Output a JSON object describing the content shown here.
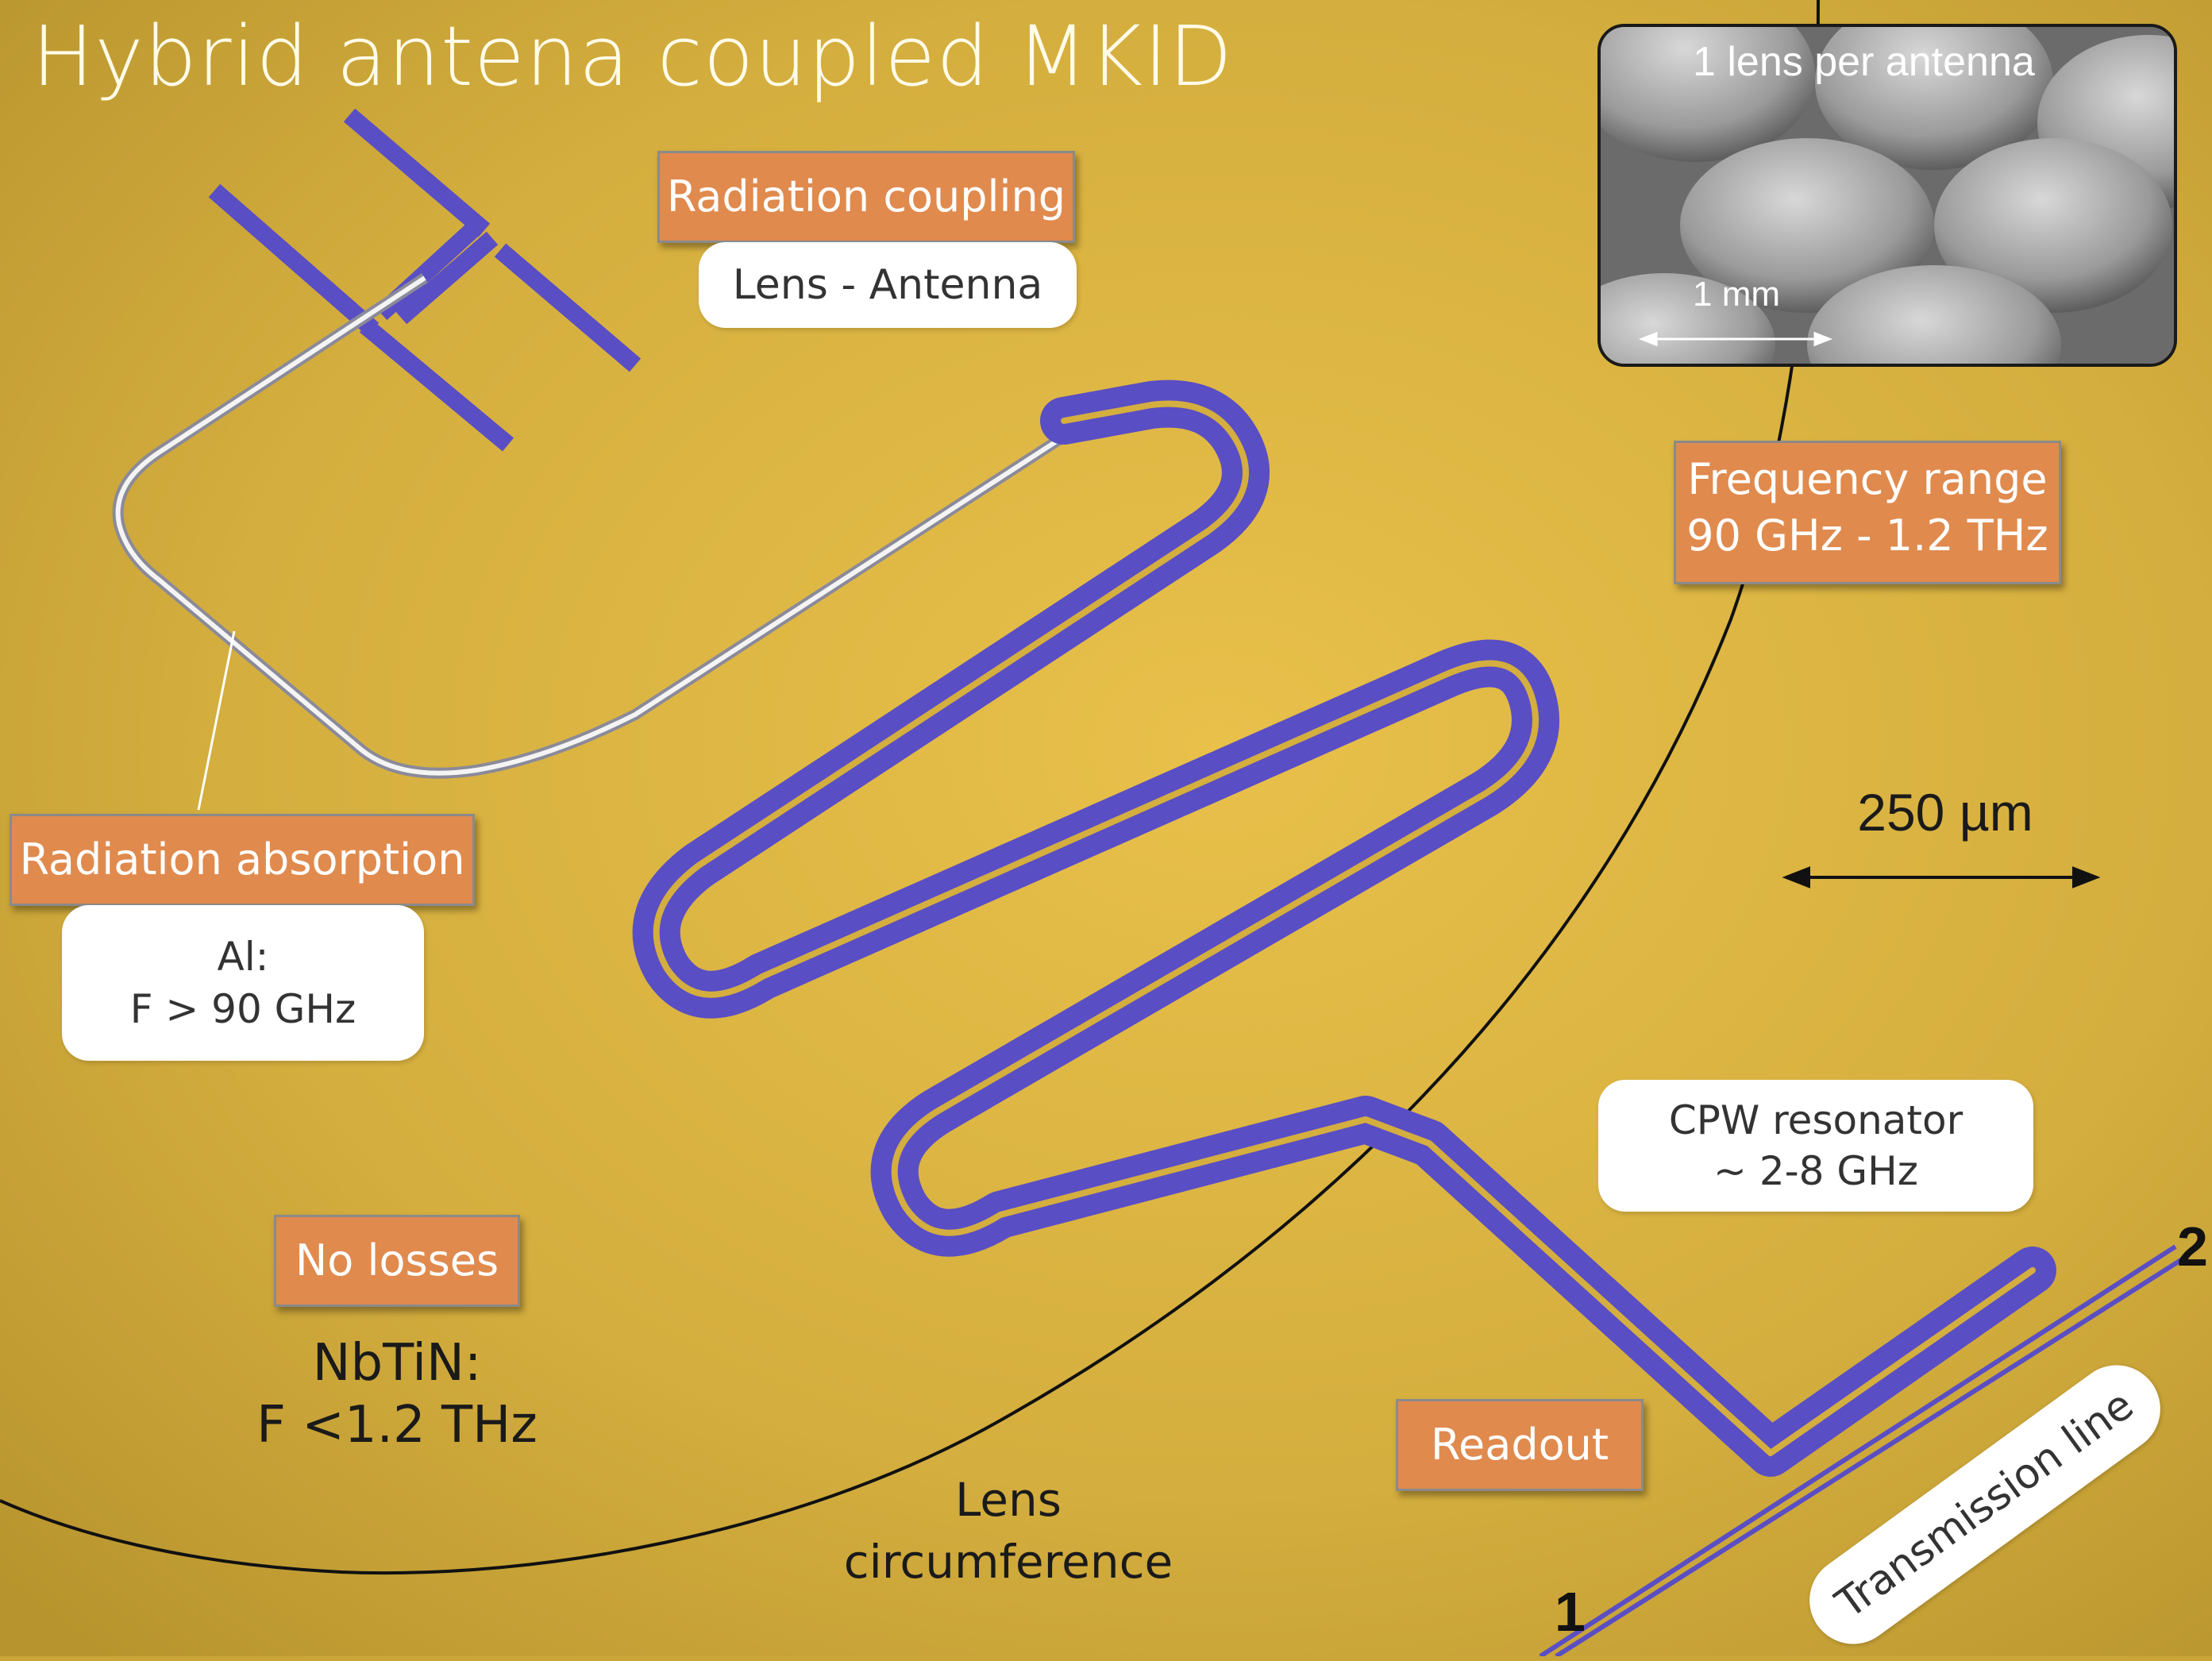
{
  "title": "Hybrid antena coupled MKID",
  "inset": {
    "caption": "1 lens per antenna",
    "scale_label": "1 mm"
  },
  "labels": {
    "radiation_coupling": "Radiation coupling",
    "lens_antenna": "Lens - Antenna",
    "frequency_range_line1": "Frequency range",
    "frequency_range_line2": "90 GHz - 1.2 THz",
    "radiation_absorption": "Radiation absorption",
    "al_line1": "Al:",
    "al_line2": "F > 90 GHz",
    "scale_bar": "250 µm",
    "cpw_line1": "CPW resonator",
    "cpw_line2": "~ 2-8 GHz",
    "no_losses": "No losses",
    "nbtin_line1": "NbTiN:",
    "nbtin_line2": "F <1.2 THz",
    "readout": "Readout",
    "lens_circ_line1": "Lens",
    "lens_circ_line2": "circumference",
    "transmission_line": "Transmission line",
    "port1": "1",
    "port2": "2"
  },
  "colors": {
    "substrate": "#c9a53a",
    "metal_blue": "#5a4ec4",
    "label_orange": "#e08a4e",
    "lens_line": "#111111"
  }
}
